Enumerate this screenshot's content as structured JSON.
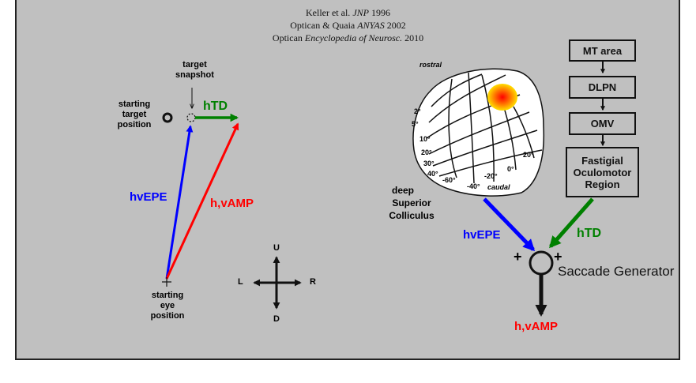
{
  "references": [
    {
      "pre": "Keller et al. ",
      "em": "JNP",
      "post": " 1996"
    },
    {
      "pre": "Optican & Quaia ",
      "em": "ANYAS",
      "post": " 2002"
    },
    {
      "pre": "Optican ",
      "em": "Encyclopedia of Neurosc.",
      "post": " 2010"
    }
  ],
  "left_diagram": {
    "target_snapshot": [
      "target",
      "snapshot"
    ],
    "starting_target_position": [
      "starting",
      "target",
      "position"
    ],
    "hTD": "hTD",
    "hvEPE": "hvEPE",
    "hvAMP": "h,vAMP",
    "starting_eye_position": [
      "starting",
      "eye",
      "position"
    ]
  },
  "compass": {
    "up": "U",
    "down": "D",
    "left": "L",
    "right": "R"
  },
  "colliculus": {
    "rostral": "rostral",
    "caudal": "caudal",
    "amplitude_labels": [
      "2°",
      "5°",
      "10°",
      "20°",
      "30°",
      "40°"
    ],
    "direction_labels": [
      "-60°",
      "-40°",
      "-20°",
      "0°",
      "20°"
    ],
    "title": [
      "deep",
      "Superior",
      "Colliculus"
    ]
  },
  "pathway": {
    "boxes": [
      "MT area",
      "DLPN",
      "OMV",
      "Fastigial Oculomotor Region"
    ],
    "hvEPE": "hvEPE",
    "hTD": "hTD",
    "plus_left": "+",
    "plus_right": "+",
    "saccade_generator": "Saccade Generator",
    "output": "h,vAMP"
  },
  "colors": {
    "background": "#c0c0c0",
    "blue": "#0000ff",
    "red": "#ff0000",
    "green": "#008000",
    "black": "#111111"
  }
}
